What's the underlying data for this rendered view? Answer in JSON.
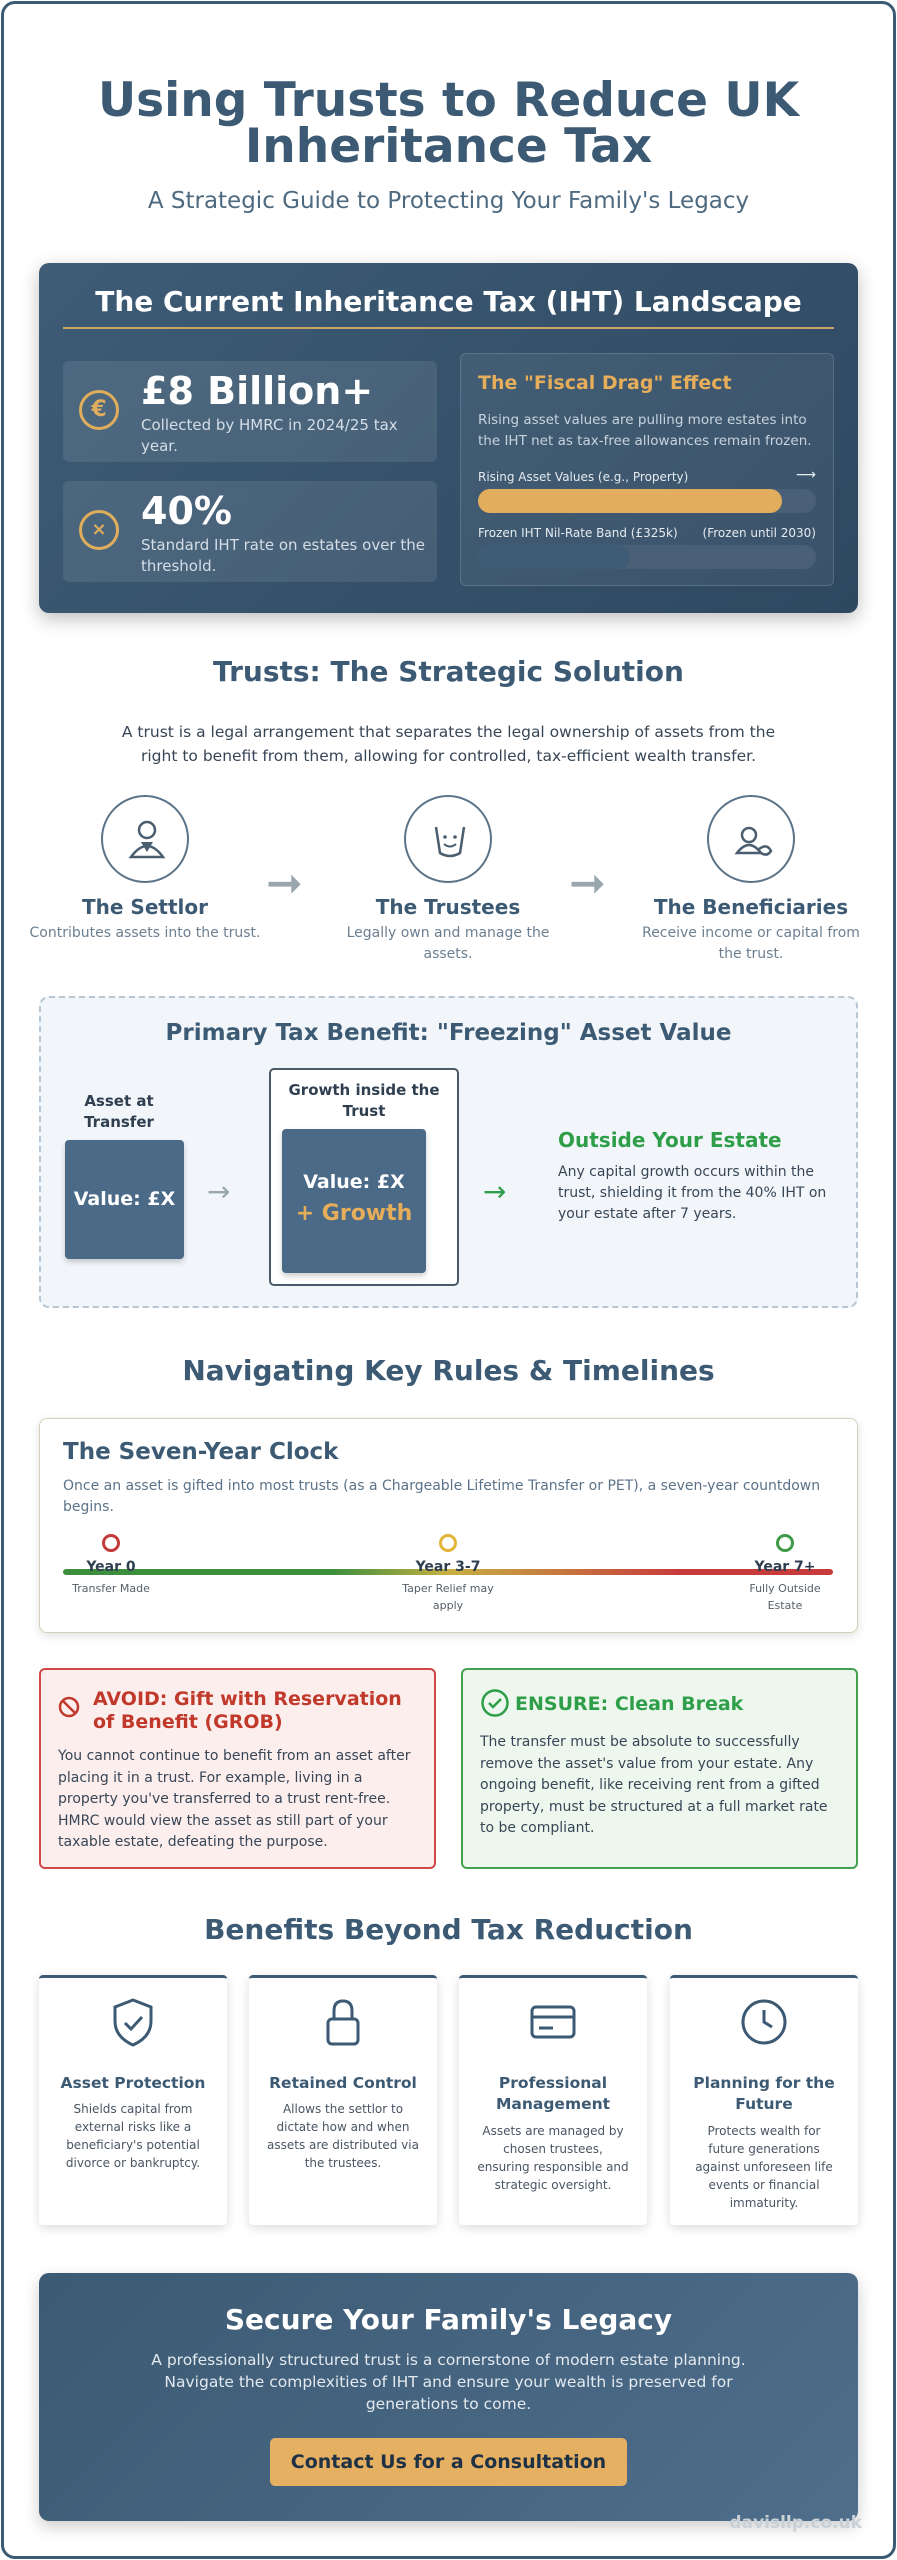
{
  "header": {
    "title_line1": "Using Trusts to Reduce UK",
    "title_line2": "Inheritance Tax",
    "subtitle": "A Strategic Guide to Protecting Your Family's Legacy"
  },
  "landscape": {
    "title": "The Current Inheritance Tax (IHT) Landscape",
    "stats": [
      {
        "icon": "euro-icon",
        "value": "£8 Billion+",
        "desc": "Collected by HMRC in 2024/25 tax year."
      },
      {
        "icon": "percent-icon",
        "value": "40%",
        "desc": "Standard IHT rate on estates over the threshold."
      }
    ],
    "fiscal_drag": {
      "title": "The \"Fiscal Drag\" Effect",
      "text": "Rising asset values are pulling more estates into the IHT net as tax-free allowances remain frozen.",
      "bar1_label": "Rising Asset Values (e.g., Property)",
      "bar1_arrow": "⟶",
      "bar1_level": 0.9,
      "bar1_color": "#e3ad5e",
      "bar2_label": "Frozen IHT Nil-Rate Band (£325k)",
      "bar2_note": "(Frozen until 2030)",
      "bar2_level": 0.45,
      "bar2_color": "#3f5c77"
    }
  },
  "solution": {
    "title": "Trusts: The Strategic Solution",
    "intro": "A trust is a legal arrangement that separates the legal ownership of assets from the right to benefit from them, allowing for controlled, tax-efficient wealth transfer.",
    "parties": [
      {
        "icon": "settlor-icon",
        "name": "The Settlor",
        "desc": "Contributes assets into the trust."
      },
      {
        "icon": "trustees-icon",
        "name": "The Trustees",
        "desc": "Legally own and manage the assets."
      },
      {
        "icon": "beneficiaries-icon",
        "name": "The Beneficiaries",
        "desc": "Receive income or capital from the trust."
      }
    ],
    "arrow": "➞"
  },
  "freeze": {
    "title": "Primary Tax Benefit: \"Freezing\" Asset Value",
    "asset_label": "Asset at Transfer",
    "asset_value": "Value: £X",
    "growth_label": "Growth inside the Trust",
    "growth_value": "Value: £X",
    "growth_plus": "+ Growth",
    "arrow": "→",
    "outside_title": "Outside Your Estate",
    "outside_text": "Any capital growth occurs within the trust, shielding it from the 40% IHT on your estate after 7 years."
  },
  "rules": {
    "title": "Navigating Key Rules & Timelines",
    "clock": {
      "title": "The Seven-Year Clock",
      "text": "Once an asset is gifted into most trusts (as a Chargeable Lifetime Transfer or PET), a seven-year countdown begins.",
      "points": [
        {
          "year": "Year 0",
          "desc": "Transfer Made",
          "color": "#c43b3b"
        },
        {
          "year": "Year 3-7",
          "desc": "Taper Relief may apply",
          "color": "#e0b53a"
        },
        {
          "year": "Year 7+",
          "desc": "Fully Outside Estate",
          "color": "#3e9a48"
        }
      ]
    },
    "avoid": {
      "title": "AVOID: Gift with Reservation of Benefit (GROB)",
      "text": "You cannot continue to benefit from an asset after placing it in a trust. For example, living in a property you've transferred to a trust rent-free. HMRC would view the asset as still part of your taxable estate, defeating the purpose."
    },
    "ensure": {
      "title": "ENSURE: Clean Break",
      "text": "The transfer must be absolute to successfully remove the asset's value from your estate. Any ongoing benefit, like receiving rent from a gifted property, must be structured at a full market rate to be compliant."
    }
  },
  "benefits": {
    "title": "Benefits Beyond Tax Reduction",
    "cards": [
      {
        "icon": "shield-check-icon",
        "title": "Asset Protection",
        "text": "Shields capital from external risks like a beneficiary's potential divorce or bankruptcy."
      },
      {
        "icon": "lock-icon",
        "title": "Retained Control",
        "text": "Allows the settlor to dictate how and when assets are distributed via the trustees."
      },
      {
        "icon": "credit-card-icon",
        "title": "Professional Management",
        "text": "Assets are managed by chosen trustees, ensuring responsible and strategic oversight."
      },
      {
        "icon": "clock-icon",
        "title": "Planning for the Future",
        "text": "Protects wealth for future generations against unforeseen life events or financial immaturity."
      }
    ]
  },
  "cta": {
    "title": "Secure Your Family's Legacy",
    "text": "A professionally structured trust is a cornerstone of modern estate planning. Navigate the complexities of IHT and ensure your wealth is preserved for generations to come.",
    "button": "Contact Us for a Consultation"
  },
  "footer": {
    "watermark": "davisllp.co.uk"
  }
}
